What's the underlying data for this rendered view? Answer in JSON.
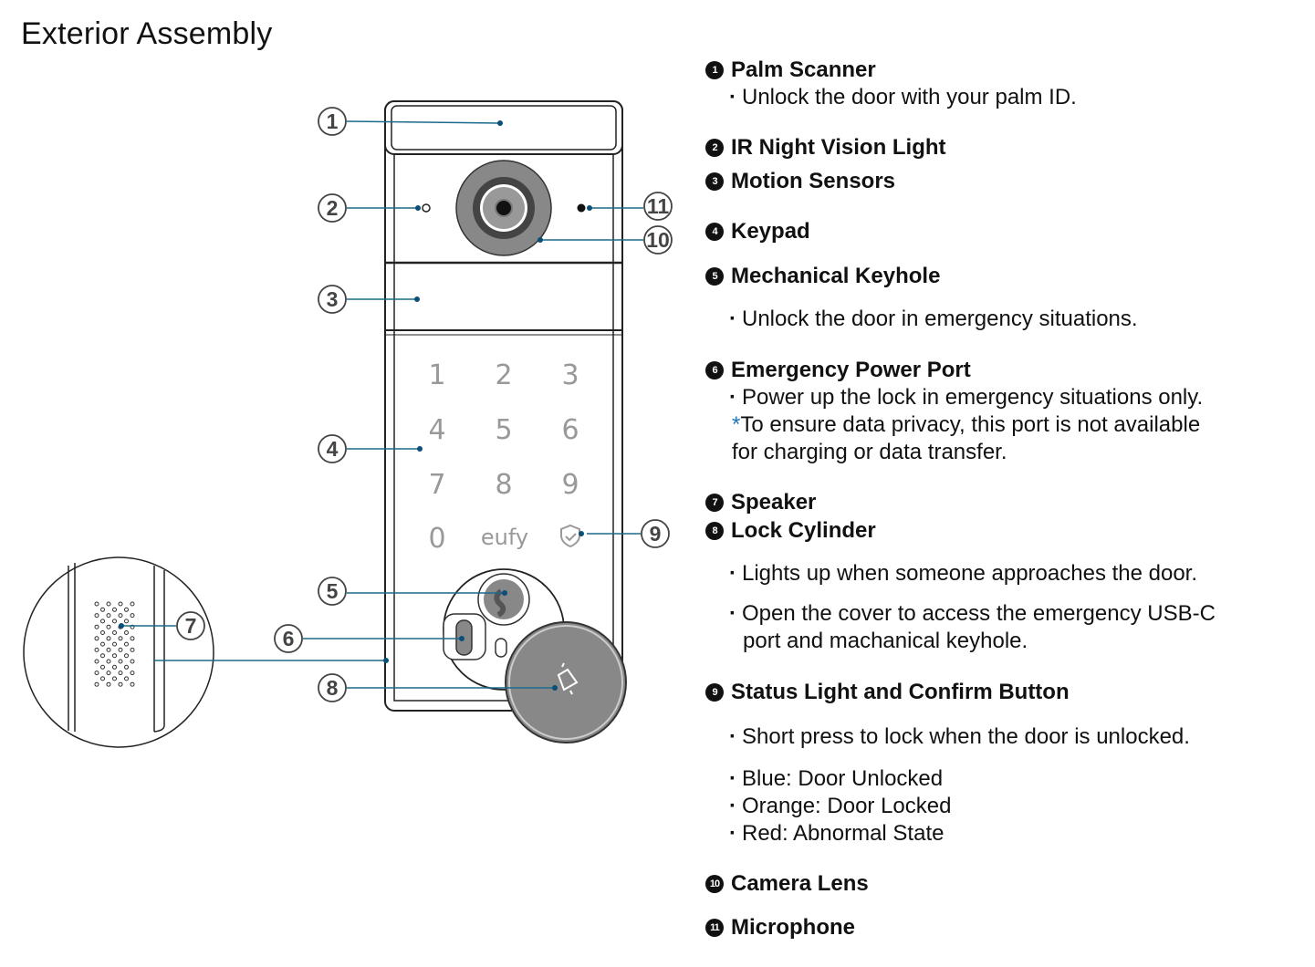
{
  "title": "Exterior Assembly",
  "diagram": {
    "callouts": [
      "1",
      "2",
      "3",
      "4",
      "5",
      "6",
      "7",
      "8",
      "9",
      "10",
      "11"
    ],
    "keypad": [
      "1",
      "2",
      "3",
      "4",
      "5",
      "6",
      "7",
      "8",
      "9",
      "0"
    ],
    "brand": "eufy",
    "line_color": "#1b6a8c"
  },
  "legend": [
    {
      "num": "1",
      "label": "Palm Scanner",
      "bullets": [
        "Unlock the door with your palm ID."
      ]
    },
    {
      "num": "2",
      "label": "IR Night Vision Light",
      "bullets": []
    },
    {
      "num": "3",
      "label": "Motion Sensors",
      "bullets": []
    },
    {
      "num": "4",
      "label": "Keypad",
      "bullets": []
    },
    {
      "num": "5",
      "label": "Mechanical Keyhole",
      "bullets": [
        "Unlock the door in emergency situations."
      ]
    },
    {
      "num": "6",
      "label": "Emergency Power Port",
      "bullets": [
        "Power up the lock in emergency situations only."
      ],
      "note_star": "*",
      "note_lines": [
        "To ensure data privacy, this port is not available",
        "for charging or data transfer."
      ]
    },
    {
      "num": "7",
      "label": "Speaker",
      "bullets": []
    },
    {
      "num": "8",
      "label": "Lock Cylinder",
      "bullets": [
        "Lights up when someone approaches the door.",
        "Open the cover to access the emergency USB-C",
        "port and machanical keyhole."
      ]
    },
    {
      "num": "9",
      "label": "Status Light and Confirm Button",
      "bullets": [
        "Short press to lock when the door is unlocked.",
        "Blue: Door Unlocked",
        "Orange: Door Locked",
        "Red: Abnormal State"
      ]
    },
    {
      "num": "10",
      "label": "Camera Lens",
      "bullets": []
    },
    {
      "num": "11",
      "label": "Microphone",
      "bullets": []
    }
  ]
}
